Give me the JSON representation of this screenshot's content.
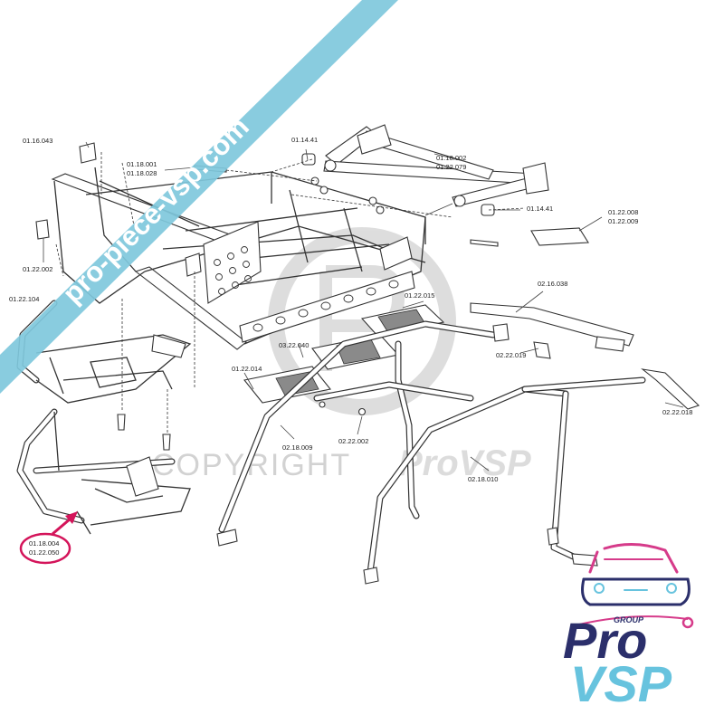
{
  "watermark": {
    "banner_text": "pro-piece-vsp.com",
    "banner_color": "#7fc8dc",
    "copyright_text": "COPYRIGHT",
    "copyright_brand": "ProVSP"
  },
  "logo": {
    "group_text": "GROUP",
    "pro_text": "Pro",
    "vsp_text": "VSP",
    "pro_color": "#2b2f6b",
    "vsp_color": "#67c3de",
    "accent_color": "#d63b8a"
  },
  "part_labels": {
    "p1": "01.16.043",
    "p2": "01.18.001",
    "p3": "01.18.028",
    "p4": "01.14.41",
    "p5": "01.18.002",
    "p6": "01.22.079",
    "p7": "01.14.41",
    "p8": "01.22.008",
    "p9": "01.22.009",
    "p10": "01.22.002",
    "p11": "01.22.104",
    "p12": "01.22.015",
    "p13": "02.16.038",
    "p14": "03.22.040",
    "p15": "01.22.014",
    "p16": "02.22.019",
    "p17": "02.22.018",
    "p18": "02.18.009",
    "p19": "02.22.002",
    "p20": "02.18.010",
    "p21": "01.18.004",
    "p22": "01.22.050"
  },
  "highlight_color": "#d4145a"
}
